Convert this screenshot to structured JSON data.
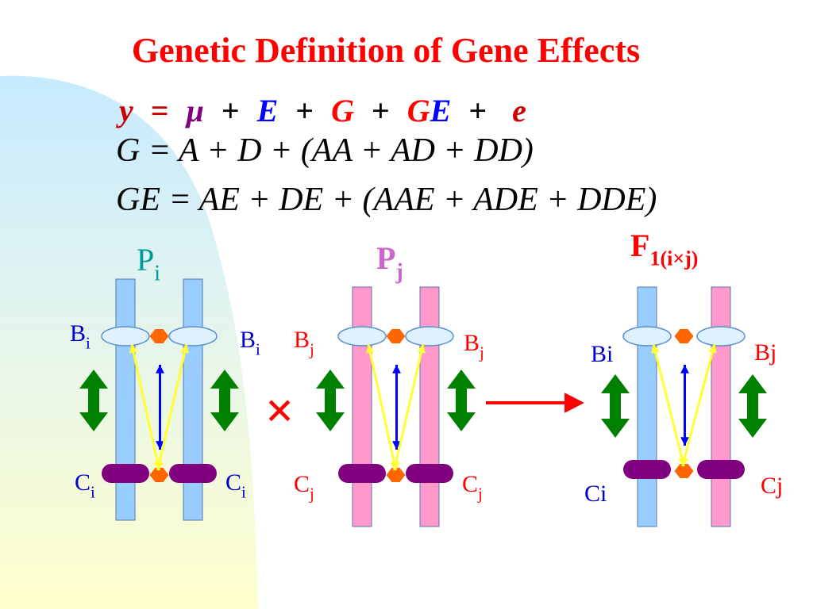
{
  "title": "Genetic Definition of Gene Effects",
  "equation1": {
    "y": "y",
    "eq": "=",
    "mu": "μ",
    "plus": "+",
    "E": "E",
    "G": "G",
    "GE_G": "G",
    "GE_E": "E",
    "e": "e"
  },
  "equation2": "G = A + D + (AA + AD + DD)",
  "equation3": "GE = AE + DE + (AAE + ADE + DDE)",
  "parents": {
    "pi": {
      "main": "P",
      "sub": "i"
    },
    "pj": {
      "main": "P",
      "sub": "j"
    },
    "f1": {
      "main": "F",
      "sub": "1(i×j)"
    }
  },
  "loci": {
    "bi_main": "B",
    "bi_sub": "i",
    "ci_main": "C",
    "ci_sub": "i",
    "bj_main": "B",
    "bj_sub": "j",
    "cj_main": "C",
    "cj_sub": "j",
    "f1_bi": "Bi",
    "f1_bj": "Bj",
    "f1_ci": "Ci",
    "f1_cj": "Cj"
  },
  "cross_symbol": "×",
  "colors": {
    "title": "#ff0000",
    "blue_chromosome": "#99ccff",
    "pink_chromosome": "#ff99cc",
    "green_arrow": "#008000",
    "yellow_arrow": "#ffff33",
    "blue_arrow": "#0000ff",
    "orange_connector": "#ff6600",
    "purple_band": "#800080",
    "red_arrow": "#ff0000",
    "label_blue": "#0000cc",
    "label_red": "#ff0000",
    "pi_teal": "#009999",
    "pj_pink": "#cc66cc",
    "bg_blue": "#cceeff",
    "bg_yellow": "#ffffcc"
  }
}
